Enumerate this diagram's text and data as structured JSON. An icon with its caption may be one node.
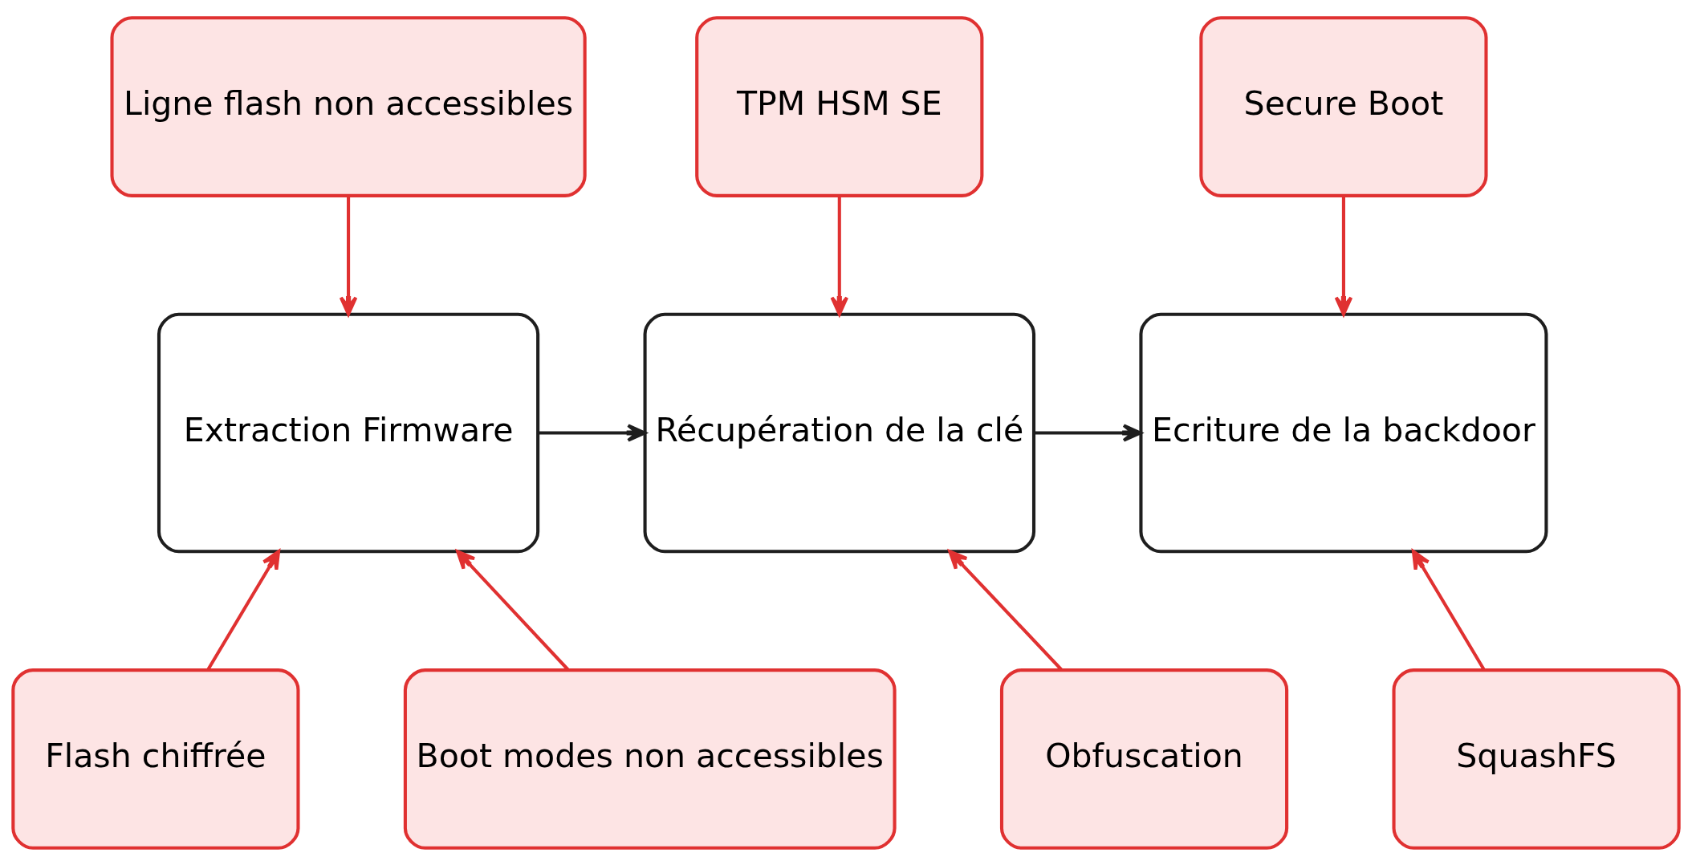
{
  "diagram": {
    "nodes": [
      {
        "text": [
          "Ligne flash non accessibles"
        ]
      },
      {
        "text": [
          "TPM HSM SE"
        ]
      },
      {
        "text": [
          "Secure Boot"
        ]
      },
      {
        "text": [
          "Extraction Firmware"
        ]
      },
      {
        "text": [
          "Récupération de la clé"
        ]
      },
      {
        "text": [
          "Ecriture de la backdoor"
        ]
      },
      {
        "text": [
          "Flash chiffrée"
        ]
      },
      {
        "text": [
          "Boot modes non accessibles"
        ]
      },
      {
        "text": [
          "Obfuscation"
        ]
      },
      {
        "text": [
          "SquashFS"
        ]
      }
    ],
    "edges": [
      {
        "from": 0,
        "to": 3,
        "arrow": "to"
      },
      {
        "from": 1,
        "to": 4,
        "arrow": "to"
      },
      {
        "from": 2,
        "to": 5,
        "arrow": "to"
      },
      {
        "from": 3,
        "to": 4,
        "arrow": "to",
        "color": "#1e1e1e"
      },
      {
        "from": 4,
        "to": 5,
        "arrow": "to",
        "color": "#1e1e1e"
      },
      {
        "from": 6,
        "to": 3,
        "arrow": "to"
      },
      {
        "from": 7,
        "to": 3,
        "arrow": "to"
      },
      {
        "from": 8,
        "to": 4,
        "arrow": "to"
      },
      {
        "from": 9,
        "to": 5,
        "arrow": "to"
      }
    ]
  }
}
